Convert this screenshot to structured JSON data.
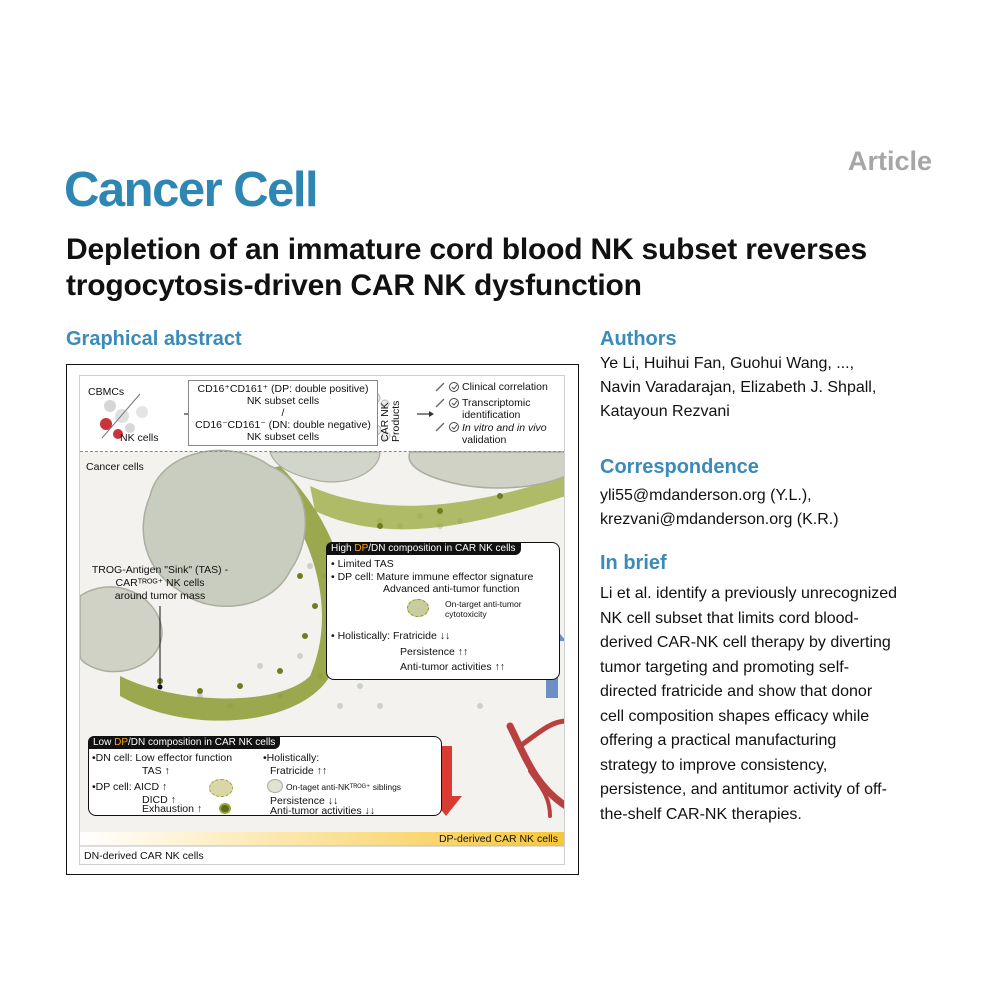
{
  "header": {
    "article_label": "Article",
    "journal": "Cancer Cell",
    "title": "Depletion of an immature cord blood NK subset reverses trogocytosis-driven CAR NK dysfunction"
  },
  "graphical_abstract": {
    "heading": "Graphical abstract",
    "top": {
      "cbmcs": "CBMCs",
      "nk_cells": "NK cells",
      "dp_line1": "CD16⁺CD161⁺ (DP: double positive)",
      "dp_line2": "NK subset cells",
      "slash": "/",
      "dn_line1": "CD16⁻CD161⁻ (DN: double negative)",
      "dn_line2": "NK subset cells",
      "products_line1": "CAR NK",
      "products_line2": "Products",
      "checks": [
        "Clinical correlation",
        "Transcriptomic",
        "identification",
        "In vitro and in vivo",
        "validation"
      ]
    },
    "cancer_cells": "Cancer cells",
    "tas_line1": "TROG-Antigen \"Sink\" (TAS) -",
    "tas_line2": "CARᵀᴿᴼᴳ⁺ NK cells",
    "tas_line3": "around tumor mass",
    "high_box": {
      "head_pre": "High ",
      "head_dp": "DP",
      "head_post": "/DN composition in CAR NK cells",
      "b1": "• Limited TAS",
      "b2": "• DP cell: Mature immune effector signature",
      "b3": "Advanced anti-tumor function",
      "b4a": "On-target anti-tumor",
      "b4b": "cytotoxicity",
      "b5": "• Holistically: Fratricide ↓↓",
      "b6": "Persistence ↑↑",
      "b7": "Anti-tumor activities ↑↑"
    },
    "low_box": {
      "head_pre": "Low ",
      "head_dp": "DP",
      "head_post": "/DN composition in CAR NK cells",
      "dn1": "•DN cell: Low effector function",
      "dn2": "TAS ↑",
      "dp1": "•DP cell: AICD ↑",
      "dp2": "DICD ↑",
      "dp3": "Exhaustion ↑",
      "h1": "•Holistically:",
      "h2": "Fratricide ↑↑",
      "h3": "On-taget anti-NKᵀᴿᴼᴳ⁺ siblings",
      "h4": "Persistence ↓↓",
      "h5": "Anti-tumor activities ↓↓"
    },
    "dp_bar": "DP-derived CAR NK cells",
    "dn_bar": "DN-derived CAR NK cells"
  },
  "authors": {
    "heading": "Authors",
    "line1": "Ye Li, Huihui Fan, Guohui Wang, ...,",
    "line2": "Navin Varadarajan, Elizabeth J. Shpall,",
    "line3": "Katayoun Rezvani"
  },
  "correspondence": {
    "heading": "Correspondence",
    "line1": "yli55@mdanderson.org (Y.L.),",
    "line2": "krezvani@mdanderson.org (K.R.)"
  },
  "in_brief": {
    "heading": "In brief",
    "line1": "Li et al. identify a previously unrecognized",
    "line2": "NK cell subset that limits cord blood-",
    "line3": "derived CAR-NK cell therapy by diverting",
    "line4": "tumor targeting and promoting self-",
    "line5": "directed fratricide and show that donor",
    "line6": "cell composition shapes efficacy while",
    "line7": "offering a practical manufacturing",
    "line8": "strategy to improve consistency,",
    "line9": "persistence, and antitumor activity of off-",
    "line10": "the-shelf CAR-NK therapies."
  },
  "colors": {
    "journal_blue": "#2e86b3",
    "heading_blue": "#3a8bb8",
    "article_gray": "#a6a6a6",
    "dp_orange": "#f5a623",
    "tumor_gray": "#c9cdbf",
    "nk_green": "#8a9a2e",
    "vessel_red": "#b8413f"
  }
}
